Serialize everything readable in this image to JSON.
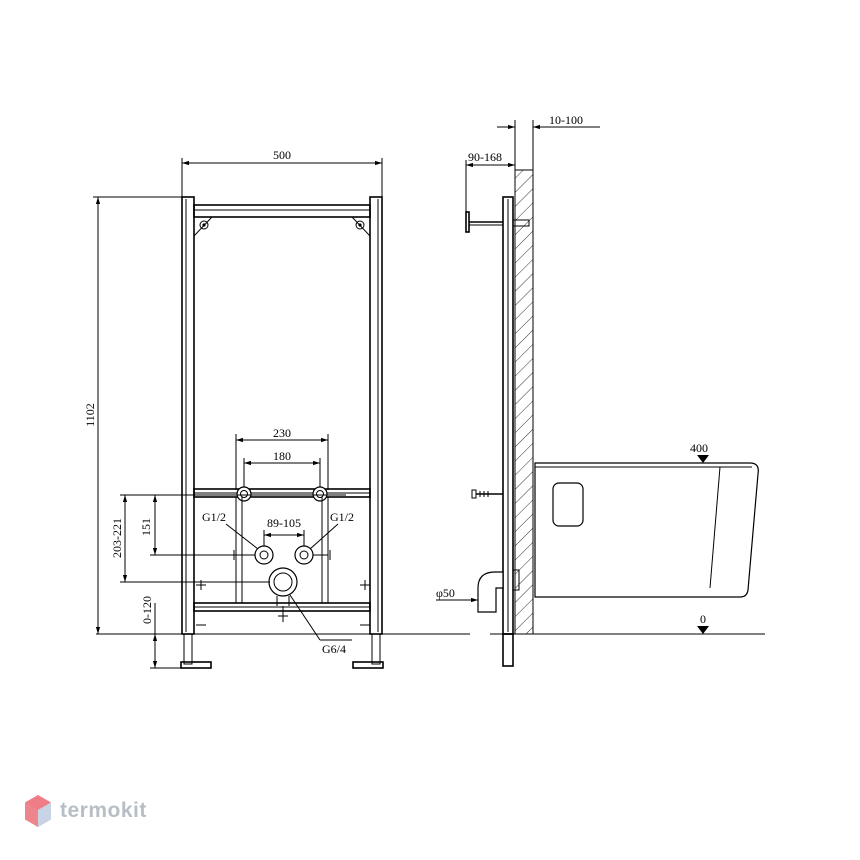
{
  "dimensions": {
    "frame_width": "500",
    "frame_height": "1102",
    "outer_spacing": "230",
    "inner_spacing": "180",
    "pipe_spacing": "89-105",
    "thread_left": "G1/2",
    "thread_right": "G1/2",
    "drain_thread": "G6/4",
    "height_range": "203-221",
    "height_151": "151",
    "floor_range": "0-120",
    "wall_gap": "10-100",
    "depth_range": "90-168",
    "drain_diameter": "φ50",
    "bowl_height": "400",
    "floor_level": "0"
  },
  "watermark": {
    "brand": "termokit"
  },
  "colors": {
    "line": "#000000",
    "watermark": "#b8bec6",
    "logo_red": "#e8505b"
  }
}
